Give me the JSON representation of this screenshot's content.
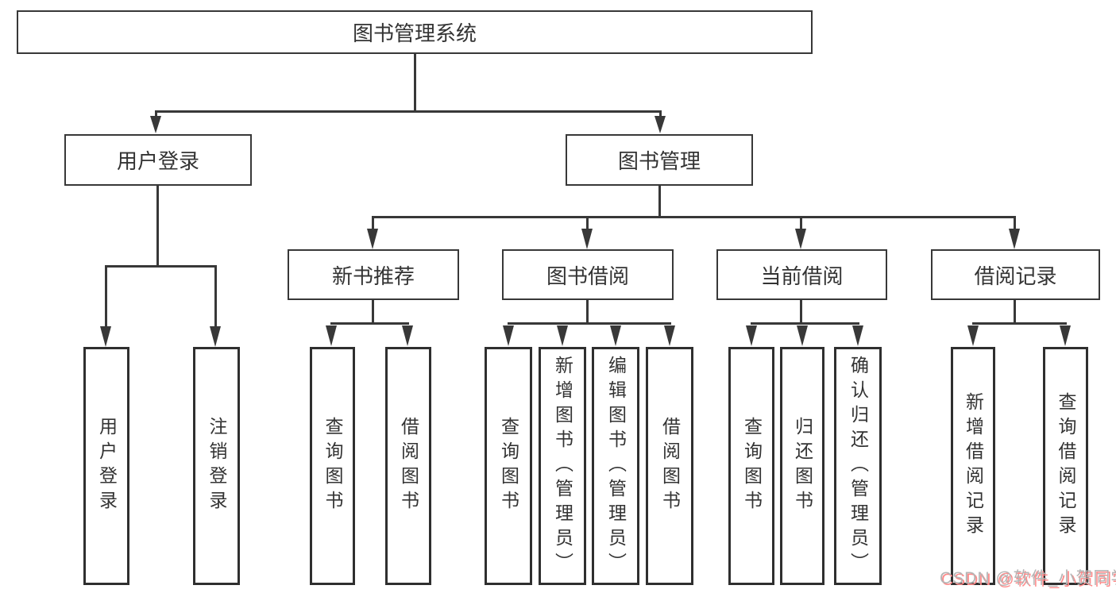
{
  "diagram": {
    "root": {
      "label": "图书管理系统"
    },
    "level2": [
      {
        "label": "用户登录"
      },
      {
        "label": "图书管理"
      }
    ],
    "level3": [
      {
        "label": "新书推荐"
      },
      {
        "label": "图书借阅"
      },
      {
        "label": "当前借阅"
      },
      {
        "label": "借阅记录"
      }
    ],
    "leaves": {
      "user": [
        "用户登录",
        "注销登录"
      ],
      "newbook": [
        "查询图书",
        "借阅图书"
      ],
      "borrow": [
        "查询图书",
        "新增图书（管理员）",
        "编辑图书（管理员）",
        "借阅图书"
      ],
      "current": [
        "查询图书",
        "归还图书",
        "确认归还（管理员）"
      ],
      "record": [
        "新增借阅记录",
        "查询借阅记录"
      ]
    }
  },
  "watermark": {
    "text": "CSDN @软件_小贺同学"
  },
  "colors": {
    "line": "#383838",
    "text": "#333333",
    "background": "#ffffff",
    "watermark_gray": "#b5b5b5",
    "watermark_pink": "#ff8a8a"
  }
}
